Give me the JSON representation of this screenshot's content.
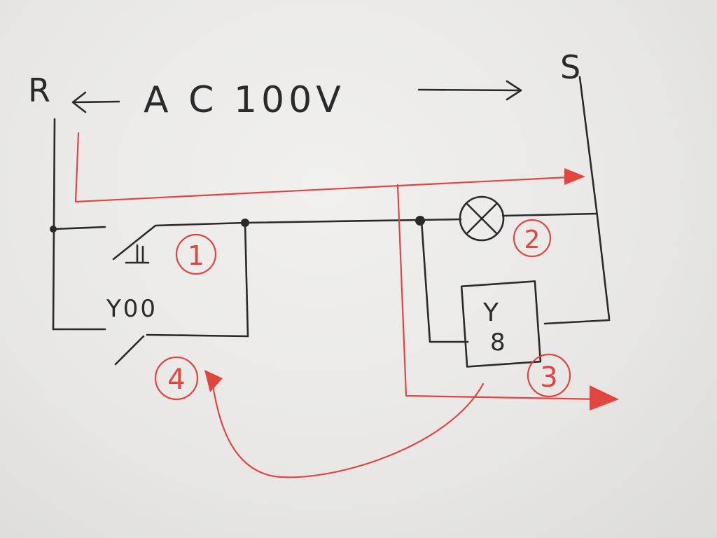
{
  "labels": {
    "left_terminal": "R",
    "right_terminal": "S",
    "supply": "A C 100V",
    "relay_coil": "Y00",
    "relay_contact": "Y",
    "relay_contact_sub": "8"
  },
  "markers": [
    "1",
    "2",
    "3",
    "4"
  ],
  "colors": {
    "ink": "#2a2a2a",
    "annotation": "#e0453f",
    "board": "#e9e8e6"
  }
}
